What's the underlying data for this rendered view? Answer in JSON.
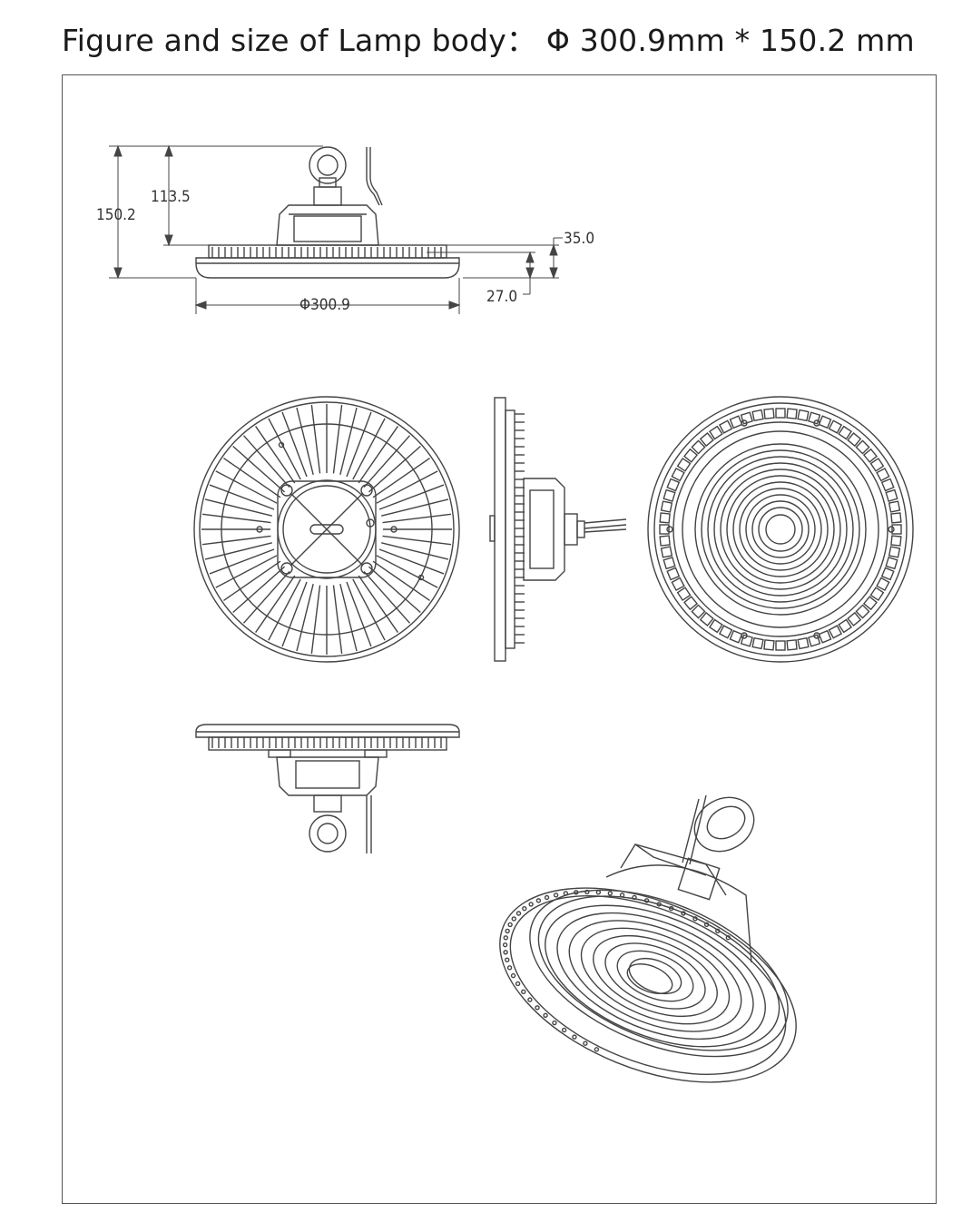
{
  "title": "Figure and size of Lamp body： Φ 300.9mm * 150.2 mm",
  "dimensions": {
    "overall_height": "150.2",
    "body_height": "113.5",
    "fin_height": "35.0",
    "base_height": "27.0",
    "diameter": "Φ300.9"
  },
  "colors": {
    "line": "#444444",
    "text": "#333333",
    "frame": "#555555"
  }
}
